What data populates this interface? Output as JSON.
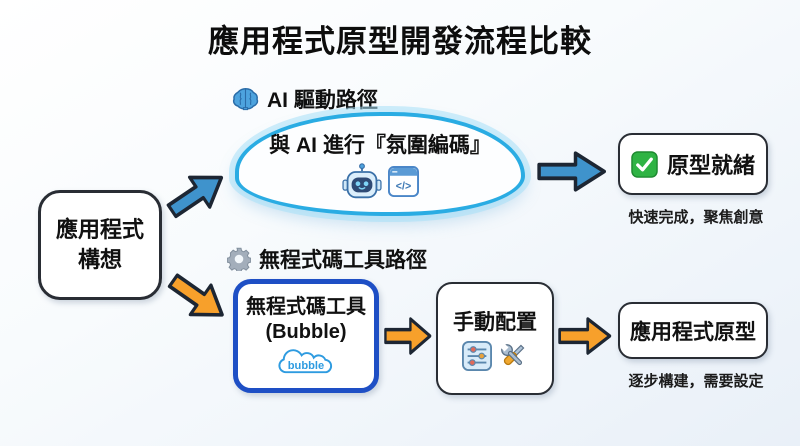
{
  "title": "應用程式原型開發流程比較",
  "idea_node": {
    "line1": "應用程式",
    "line2": "構想"
  },
  "ai_path": {
    "label": "AI 驅動路徑",
    "cloud_text": "與 AI 進行『氛圍編碼』",
    "result": "原型就緒",
    "caption": "快速完成，聚焦創意"
  },
  "nocode_path": {
    "label": "無程式碼工具路徑",
    "tool_line1": "無程式碼工具",
    "tool_line2": "(Bubble)",
    "logo_text": "bubble",
    "manual_step": "手動配置",
    "result": "應用程式原型",
    "caption": "逐步構建，需要設定"
  },
  "icons": {
    "brain": "🧠",
    "gear": "⚙",
    "robot": "🤖",
    "code_window": "</>",
    "check": "✅",
    "sliders": "🎛",
    "tools": "🛠",
    "bubble_logo": "bubble-cloud"
  },
  "colors": {
    "ai_arrow": "#3f93cc",
    "nocode_arrow": "#f7a02b",
    "arrow_outline": "#1d2633",
    "cloud_border": "#2aace3",
    "bubble_box_border": "#1e4fc5",
    "background_top": "#ffffff",
    "background_bottom": "#e9f0f8"
  }
}
